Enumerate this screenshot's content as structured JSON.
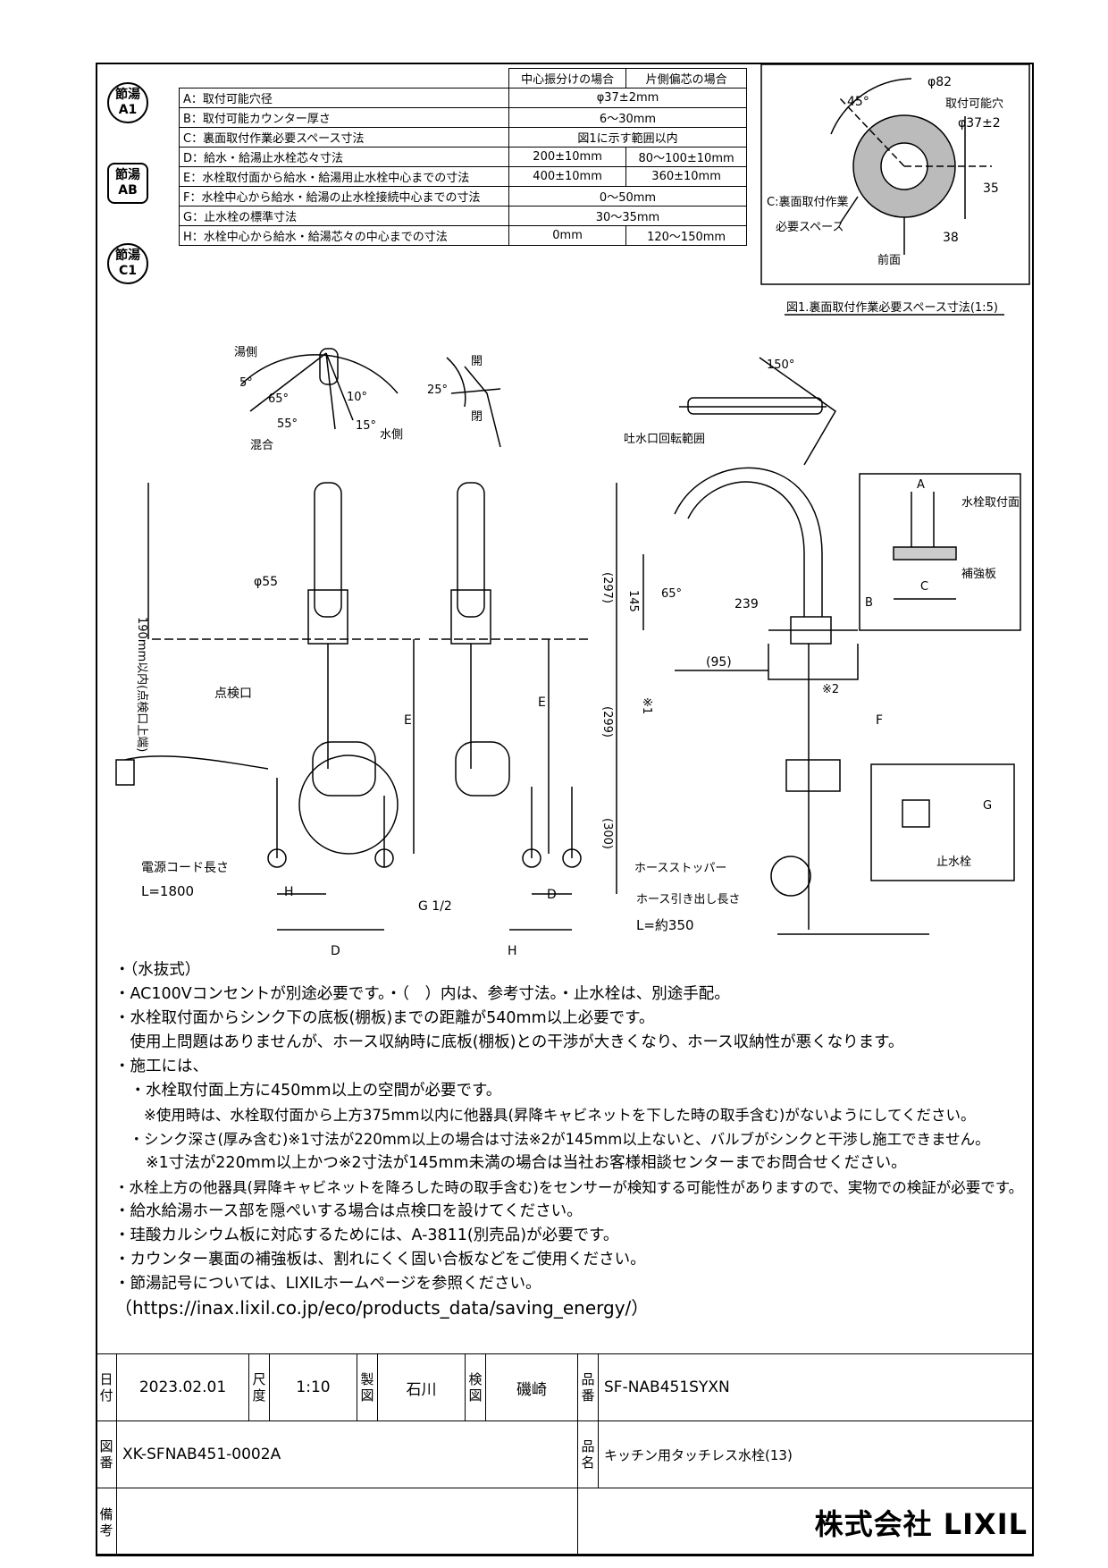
{
  "badges": [
    {
      "top": "節湯",
      "bottom": "A1"
    },
    {
      "top": "節湯",
      "bottom": "AB"
    },
    {
      "top": "節湯",
      "bottom": "C1"
    }
  ],
  "spec_table": {
    "headers": [
      "中心振分けの場合",
      "片側偏芯の場合"
    ],
    "rows": [
      {
        "label": "A：取付可能穴径",
        "value": "φ37±2mm"
      },
      {
        "label": "B：取付可能カウンター厚さ",
        "value": "6～30mm"
      },
      {
        "label": "C：裏面取付作業必要スペース寸法",
        "value": "図1に示す範囲以内"
      },
      {
        "label": "D：給水・給湯止水栓芯々寸法",
        "v1": "200±10mm",
        "v2": "80～100±10mm"
      },
      {
        "label": "E：水栓取付面から給水・給湯用止水栓中心までの寸法",
        "v1": "400±10mm",
        "v2": "360±10mm"
      },
      {
        "label": "F：水栓中心から給水・給湯の止水栓接続中心までの寸法",
        "value": "0～50mm"
      },
      {
        "label": "G：止水栓の標準寸法",
        "value": "30～35mm"
      },
      {
        "label": "H：水栓中心から給水・給湯芯々の中心までの寸法",
        "v1": "0mm",
        "v2": "120～150mm"
      }
    ]
  },
  "figure1": {
    "caption": "図1.裏面取付作業必要スペース寸法(1:5)",
    "labels": {
      "angle": "45°",
      "dia": "φ82",
      "hole_title": "取付可能穴",
      "hole": "φ37±2",
      "space1": "C:裏面取付作業",
      "space2": "必要スペース",
      "front": "前面",
      "d35": "35",
      "d38": "38"
    }
  },
  "lever": {
    "hot": "湯側",
    "mix": "混合",
    "cold": "水側",
    "a5": "5°",
    "a65": "65°",
    "a55": "55°",
    "a10": "10°",
    "a15": "15°"
  },
  "openclose": {
    "open": "開",
    "close": "閉",
    "a25": "25°"
  },
  "spout": {
    "label": "吐水口回転範囲",
    "a150": "150°"
  },
  "front": {
    "vertical_dim": "190mm以内(点検口上端)",
    "dia55": "φ55",
    "inspection": "点検口",
    "cord_title": "電源コード長さ",
    "cord": "L=1800",
    "E": "E",
    "H": "H",
    "D": "D",
    "G12": "G 1/2"
  },
  "side": {
    "d297": "(297)",
    "d145": "145",
    "d65": "65°",
    "d239": "239",
    "d95": "(95)",
    "d299": "(299)",
    "star1": "※1",
    "star2": "※2",
    "F": "F",
    "d300": "(300)",
    "stopper": "ホースストッパー",
    "hose_title": "ホース引き出し長さ",
    "hose": "L=約350",
    "A": "A",
    "mount": "水栓取付面",
    "B": "B",
    "reinforce": "補強板",
    "C": "C",
    "G": "G",
    "stopcock": "止水栓"
  },
  "notes": [
    "・（水抜式）",
    "・AC100Vコンセントが別途必要です。・（　）内は、参考寸法。・止水栓は、別途手配。",
    "・水栓取付面からシンク下の底板(棚板)までの距離が540mm以上必要です。",
    "　使用上問題はありませんが、ホース収納時に底板(棚板)との干渉が大きくなり、ホース収納性が悪くなります。",
    "・施工には、",
    "　・水栓取付面上方に450mm以上の空間が必要です。",
    "　　※使用時は、水栓取付面から上方375mm以内に他器具(昇降キャビネットを下した時の取手含む)がないようにしてください。",
    "　・シンク深さ(厚み含む)※1寸法が220mm以上の場合は寸法※2が145mm以上ないと、バルブがシンクと干渉し施工できません。",
    "　　※1寸法が220mm以上かつ※2寸法が145mm未満の場合は当社お客様相談センターまでお問合せください。",
    "・水栓上方の他器具(昇降キャビネットを降ろした時の取手含む)をセンサーが検知する可能性がありますので、実物での検証が必要です。",
    "・給水給湯ホース部を隠ぺいする場合は点検口を設けてください。",
    "・珪酸カルシウム板に対応するためには、A-3811(別売品)が必要です。",
    "・カウンター裏面の補強板は、割れにくく固い合板などをご使用ください。",
    "・節湯記号については、LIXILホームページを参照ください。",
    "（https://inax.lixil.co.jp/eco/products_data/saving_energy/）"
  ],
  "title_block": {
    "date_label": "日付",
    "date": "2023.02.01",
    "scale_label": "尺度",
    "scale": "1:10",
    "drawn_label": "製図",
    "drawn": "石川",
    "checked_label": "検図",
    "checked": "磯崎",
    "product_no_label": "品番",
    "product_no": "SF-NAB451SYXN",
    "drawing_no_label": "図番",
    "drawing_no": "XK-SFNAB451-0002A",
    "product_name_label": "品名",
    "product_name": "キッチン用タッチレス水栓(13)",
    "remarks_label": "備考",
    "remarks": "",
    "company": "株式会社 LIXIL"
  }
}
